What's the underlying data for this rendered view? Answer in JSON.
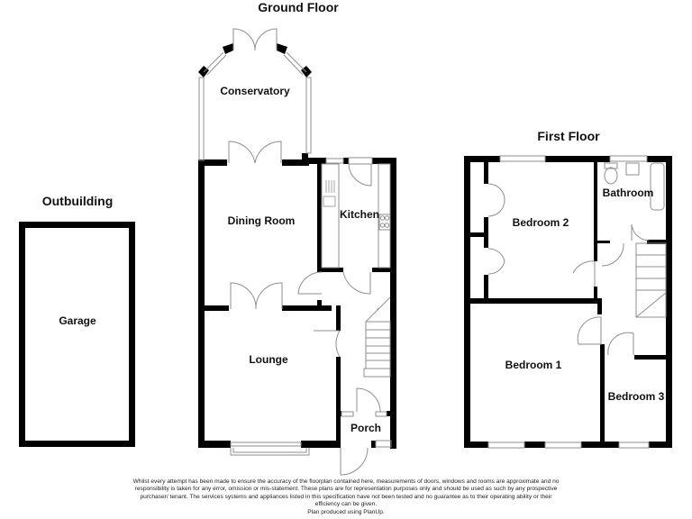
{
  "headings": {
    "ground_floor": "Ground Floor",
    "first_floor": "First Floor",
    "outbuilding": "Outbuilding"
  },
  "rooms": {
    "conservatory": "Conservatory",
    "dining_room": "Dining Room",
    "kitchen": "Kitchen",
    "lounge": "Lounge",
    "porch": "Porch",
    "garage": "Garage",
    "bedroom_1": "Bedroom 1",
    "bedroom_2": "Bedroom 2",
    "bedroom_3": "Bedroom 3",
    "bathroom": "Bathroom"
  },
  "disclaimer": {
    "line1": "Whilst every attempt has been made to ensure the accuracy of the floorplan contained here, measurements of doors, windows and rooms are approximate and no",
    "line2": "responsibility is taken for any error, omission or mis-statement. These plans are for representation purposes only and should be used as such by any prospective",
    "line3": "purchaser/ tenant. The services systems and appliances listed in this specification have not been tested and no guarantee as to their operating ability or their",
    "line4": "efficiency can be given.",
    "line5": "Plan produced using PlanUp."
  },
  "colors": {
    "wall": "#000000",
    "fixture": "#9a9a9a",
    "background": "#ffffff"
  }
}
